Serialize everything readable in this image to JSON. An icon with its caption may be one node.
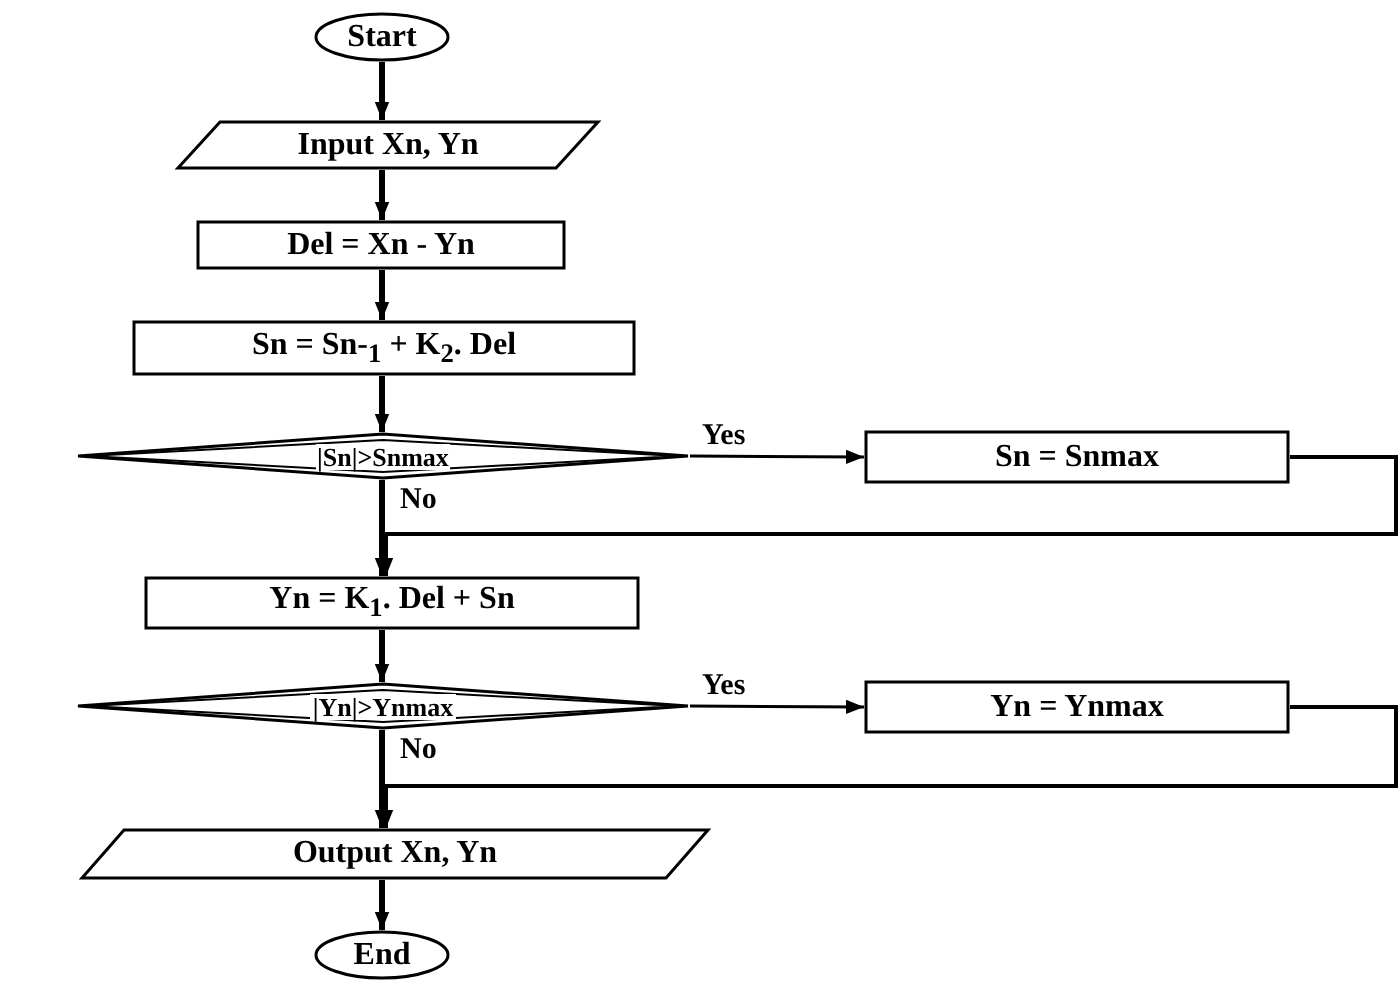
{
  "diagram": {
    "nodes": [
      {
        "text": [
          "Start"
        ]
      },
      {
        "text": [
          "Input Xn, Yn"
        ]
      },
      {
        "text": [
          "Del = Xn - Yn"
        ]
      },
      {
        "text": [
          "Sn = Sn-$_{1}$ + K$_{2}$. Del"
        ]
      },
      {
        "text": [
          "|Sn|>Snmax"
        ]
      },
      {
        "text": [
          "Sn = Snmax"
        ]
      },
      {
        "text": [
          "Yn = K$_{1}$. Del + Sn"
        ]
      },
      {
        "text": [
          "|Yn|>Ynmax"
        ]
      },
      {
        "text": [
          "Yn = Ynmax"
        ]
      },
      {
        "text": [
          "Output Xn, Yn"
        ]
      },
      {
        "text": [
          "End"
        ]
      }
    ],
    "edges": [
      {
        "from": 0,
        "to": 1,
        "arrow": "to"
      },
      {
        "from": 1,
        "to": 2,
        "arrow": "to"
      },
      {
        "from": 2,
        "to": 3,
        "arrow": "to"
      },
      {
        "from": 3,
        "to": 4,
        "arrow": "to"
      },
      {
        "from": 4,
        "to": 5,
        "arrow": "to",
        "label": "Yes"
      },
      {
        "from": 4,
        "to": 6,
        "arrow": "to",
        "label": "No"
      },
      {
        "from": 5,
        "to": 6,
        "arrow": "to"
      },
      {
        "from": 6,
        "to": 7,
        "arrow": "to"
      },
      {
        "from": 7,
        "to": 8,
        "arrow": "to",
        "label": "Yes"
      },
      {
        "from": 7,
        "to": 9,
        "arrow": "to",
        "label": "No"
      },
      {
        "from": 8,
        "to": 9,
        "arrow": "to"
      },
      {
        "from": 9,
        "to": 10,
        "arrow": "to"
      }
    ]
  }
}
